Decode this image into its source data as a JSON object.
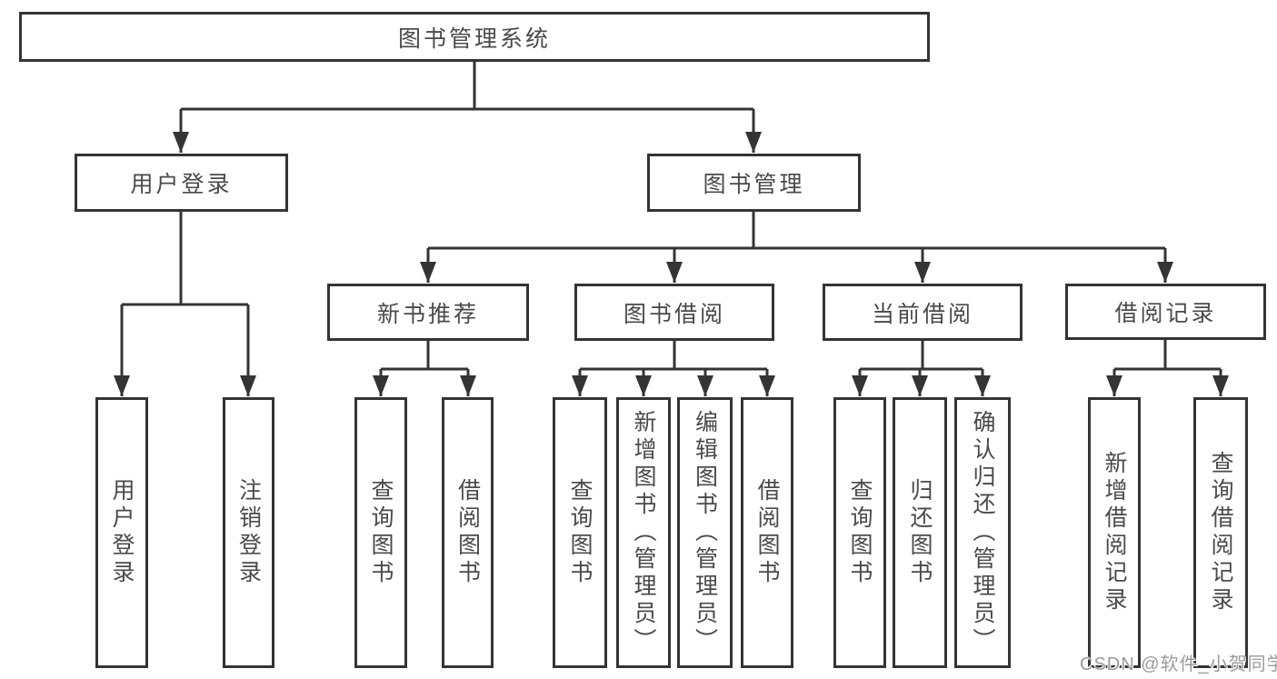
{
  "diagram": {
    "root": {
      "label": "图书管理系统",
      "children": [
        {
          "label": "用户登录",
          "children": [
            {
              "label": "用户登录"
            },
            {
              "label": "注销登录"
            }
          ]
        },
        {
          "label": "图书管理",
          "children": [
            {
              "label": "新书推荐",
              "children": [
                {
                  "label": "查询图书"
                },
                {
                  "label": "借阅图书"
                }
              ]
            },
            {
              "label": "图书借阅",
              "children": [
                {
                  "label": "查询图书"
                },
                {
                  "label": "新增图书（管理员）"
                },
                {
                  "label": "编辑图书（管理员）"
                },
                {
                  "label": "借阅图书"
                }
              ]
            },
            {
              "label": "当前借阅",
              "children": [
                {
                  "label": "查询图书"
                },
                {
                  "label": "归还图书"
                },
                {
                  "label": "确认归还（管理员）"
                }
              ]
            },
            {
              "label": "借阅记录",
              "children": [
                {
                  "label": "新增借阅记录"
                },
                {
                  "label": "查询借阅记录"
                }
              ]
            }
          ]
        }
      ]
    }
  },
  "watermark": {
    "text": "CSDN @软件_小贺同学"
  },
  "colors": {
    "line": "#343434",
    "box_border": "#343434",
    "box_text": "#4a4a4a",
    "watermark_text": "#9b9b9b",
    "background": "#ffffff"
  }
}
